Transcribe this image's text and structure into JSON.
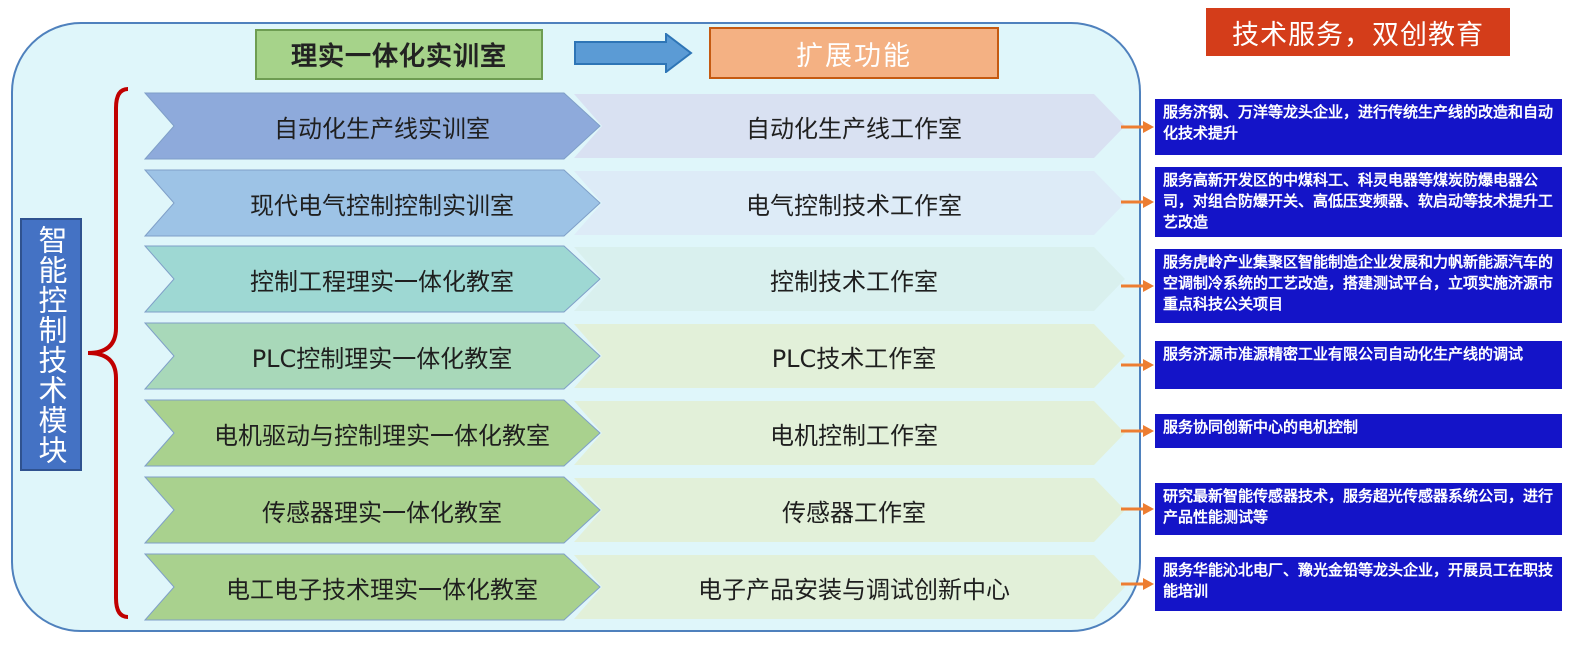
{
  "header": {
    "lab_label": "理实一体化实训室",
    "expand_label": "扩展功能",
    "service_label": "技术服务，双创教育"
  },
  "module_label": "智能控制技术模块",
  "rows": [
    {
      "lab": "自动化生产线实训室",
      "studio": "自动化生产线工作室",
      "service": "服务济钢、万洋等龙头企业，进行传统生产线的改造和自动化技术提升"
    },
    {
      "lab": "现代电气控制控制实训室",
      "studio": "电气控制技术工作室",
      "service": "服务高新开发区的中煤科工、科灵电器等煤炭防爆电器公司，对组合防爆开关、高低压变频器、软启动等技术提升工艺改造"
    },
    {
      "lab": "控制工程理实一体化教室",
      "studio": "控制技术工作室",
      "service": "服务虎岭产业集聚区智能制造企业发展和力帆新能源汽车的空调制冷系统的工艺改造，搭建测试平台，立项实施济源市重点科技公关项目"
    },
    {
      "lab": "PLC控制理实一体化教室",
      "studio": "PLC技术工作室",
      "service": "服务济源市准源精密工业有限公司自动化生产线的调试"
    },
    {
      "lab": "电机驱动与控制理实一体化教室",
      "studio": "电机控制工作室",
      "service": "服务协同创新中心的电机控制"
    },
    {
      "lab": "传感器理实一体化教室",
      "studio": "传感器工作室",
      "service": "研究最新智能传感器技术，服务超光传感器系统公司，进行产品性能测试等"
    },
    {
      "lab": "电工电子技术理实一体化教室",
      "studio": "电子产品安装与调试创新中心",
      "service": "服务华能沁北电厂、豫光金铅等龙头企业，开展员工在职技能培训"
    }
  ],
  "colors": {
    "panel_fill": "#dff6fa",
    "panel_border": "#4f81bd",
    "lab_header": "#a6d38a",
    "expand_header": "#f4b183",
    "service_header": "#d43d1a",
    "module_fill": "#4472c4",
    "brace": "#c00000",
    "service_box": "#1414c8",
    "connector": "#ed7d31",
    "row_left_fills": [
      "#8eaadb",
      "#9dc3e6",
      "#9ed8d3",
      "#a8d8b9",
      "#a9d18e",
      "#a9d18e",
      "#a9d18e"
    ],
    "row_right_fills": [
      "#d9e1f2",
      "#ddebf7",
      "#d9f0ee",
      "#e2f0d9",
      "#e2f0d9",
      "#e2f0d9",
      "#e2f0d9"
    ]
  }
}
